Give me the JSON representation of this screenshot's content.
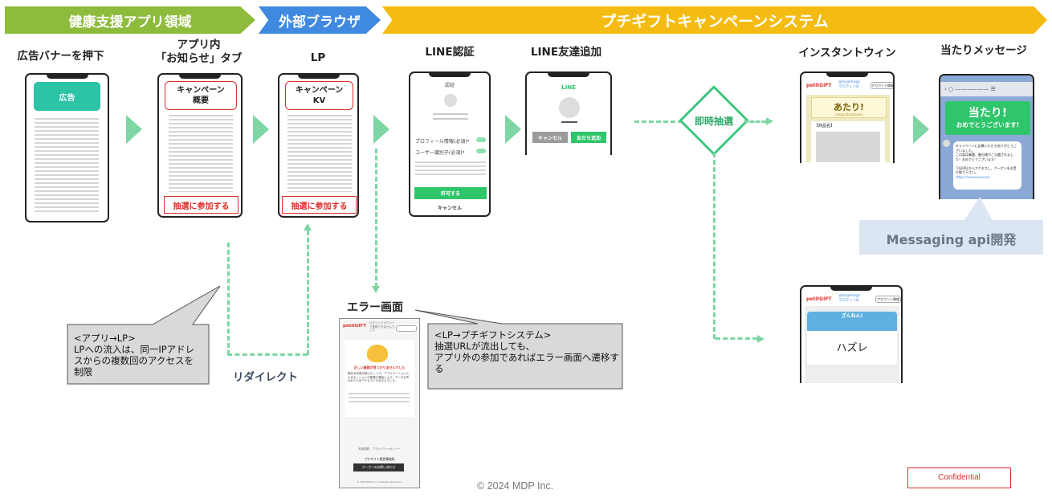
{
  "header": {
    "section1": "健康支援アプリ領域",
    "section2": "外部ブラウザ",
    "section3": "プチギフトキャンペーンシステム"
  },
  "steps": {
    "banner": "広告バナーを押下",
    "notice": "アプリ内\n「お知らせ」タブ",
    "lp": "LP",
    "line_auth": "LINE認証",
    "line_friend": "LINE友達追加",
    "instant_win": "インスタントウィン",
    "win_message": "当たりメッセージ",
    "error": "エラー画面"
  },
  "phone1": {
    "ad_label": "広告"
  },
  "phone2": {
    "title": "キャンペーン\n概要",
    "button": "抽選に参加する"
  },
  "phone3": {
    "title": "キャンペーン\nKV",
    "button": "抽選に参加する"
  },
  "line_auth": {
    "header": "認証",
    "row1": "プロフィール情報(必須)*",
    "row2": "ユーザー識別子(必須)*",
    "allow": "許可する",
    "cancel": "キャンセル"
  },
  "line_friend": {
    "logo": "LINE",
    "cancel": "キャンセル",
    "add": "友だち追加"
  },
  "lottery": {
    "label": "即時抽選"
  },
  "instant": {
    "brand": "petitGIFT",
    "account": "@hogehoge\nマロティンB",
    "account_btn": "アカウント情報",
    "win_text": "あたり!",
    "win_sub": "congratulations",
    "prize_label": "【商品名】"
  },
  "lose": {
    "brand": "petitGIFT",
    "account": "@hogehoge\nマロティンB",
    "account_btn": "アカウント情報",
    "banner": "ざんねん!",
    "result": "ハズレ"
  },
  "win_msg": {
    "title": "当たり!",
    "subtitle": "おめでとうございます!",
    "body": "キャンペーンに応募いただきありがとうございました。\nこの度は厳選、厳方様がご当選されました！おめでとうございます！\n\n下記URLからアクセスし、クーポンをお受け取り下さい。",
    "link": "https://xxxxxxxxxxxx"
  },
  "messaging_api": "Messaging api開発",
  "error_screen": {
    "brand": "petitGIFT",
    "login_note": "ログインアカウントで登録できませんでした",
    "title": "正しい経路が見つかりませんでした",
    "body": "無効な状態が続いたことや、アプリケーションによるセッション中断等の理由により、データが失われたためアクセスできませんでした。",
    "footer1": "利用規約",
    "footer2": "プライバシーポリシー",
    "footer3": "プチギフト運営事務局",
    "contact": "クーポンのお問い合わせ",
    "copyright": "© 2024 MDP Inc. All Rights Reserved."
  },
  "callout1": "<アプリ→LP>\nLPへの流入は、同一IPアドレスからの複数回のアクセスを制限",
  "callout2": "<LP→プチギフトシステム>\n抽選URLが流出しても、\nアプリ外の参加であればエラー画面へ遷移する",
  "redirect": "リダイレクト",
  "footer": {
    "copyright": "© 2024 MDP Inc.",
    "confidential": "Confidential"
  },
  "colors": {
    "green": "#8dbb3b",
    "blue": "#3f8ae0",
    "yellow": "#f4bc12",
    "arrow": "#7dd6a4",
    "red": "#d9302a",
    "line_green": "#2ec56b",
    "teal": "#2cc3a7"
  }
}
